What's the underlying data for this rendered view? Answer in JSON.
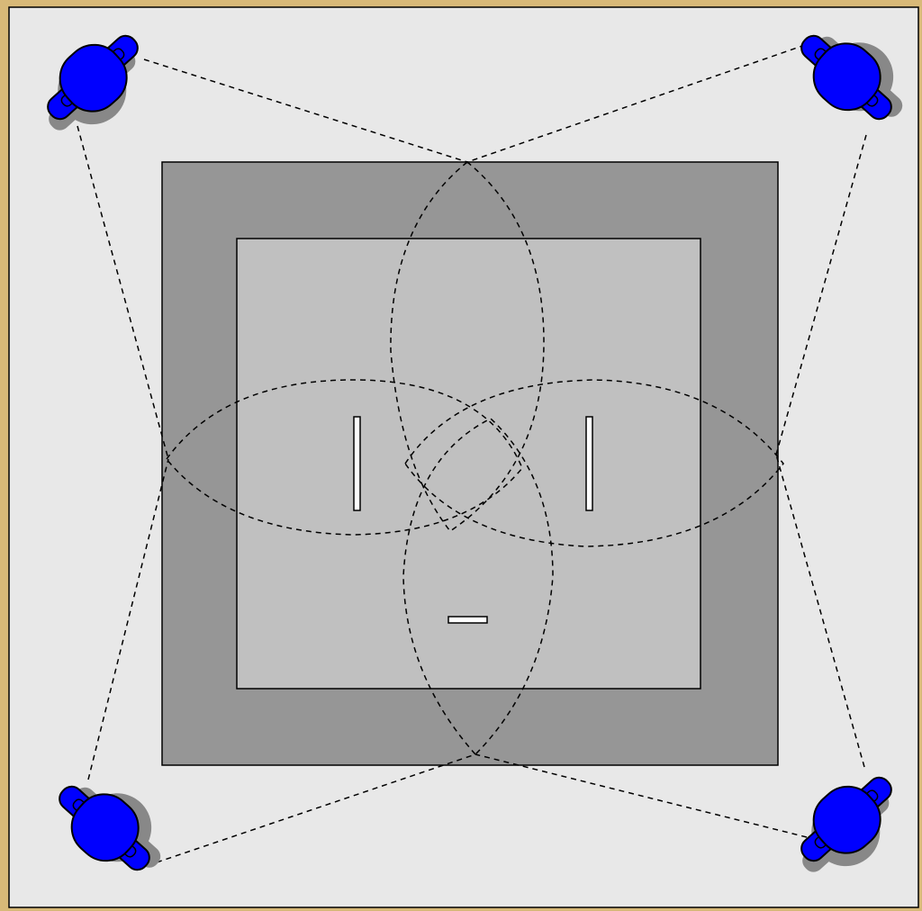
{
  "diagram": {
    "colors": {
      "border": "#d8b978",
      "floor": "#e8e8e8",
      "outer_zone": "#969696",
      "inner_zone": "#c0c0c0",
      "marker_fill": "#ffffff",
      "robot_body": "#0000ff",
      "robot_outline": "#000000",
      "robot_shadow": "#888888",
      "link_line": "#000000"
    },
    "robots": [
      {
        "id": "robot-top-left",
        "corner": "top-left"
      },
      {
        "id": "robot-top-right",
        "corner": "top-right"
      },
      {
        "id": "robot-bottom-left",
        "corner": "bottom-left"
      },
      {
        "id": "robot-bottom-right",
        "corner": "bottom-right"
      }
    ],
    "coverage_regions": [
      "top",
      "left",
      "right",
      "bottom"
    ],
    "markers": [
      "left-vertical-bar",
      "right-vertical-bar",
      "bottom-horizontal-bar"
    ],
    "line_style": "dashed"
  }
}
